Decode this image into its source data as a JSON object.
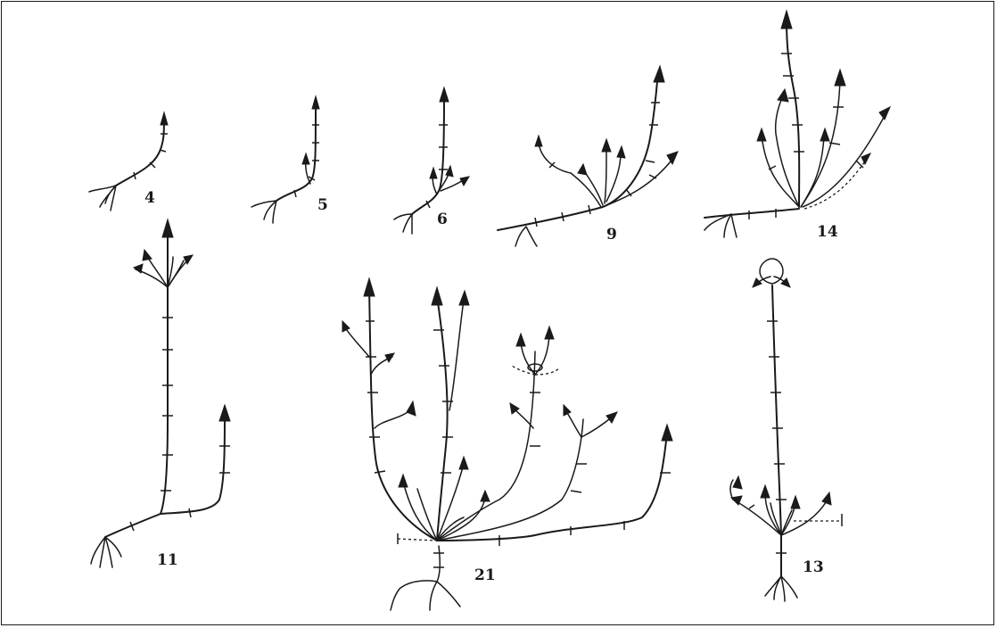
{
  "figure": {
    "stage_labels": [
      "4",
      "5",
      "6",
      "9",
      "14",
      "11",
      "21",
      "13"
    ]
  }
}
